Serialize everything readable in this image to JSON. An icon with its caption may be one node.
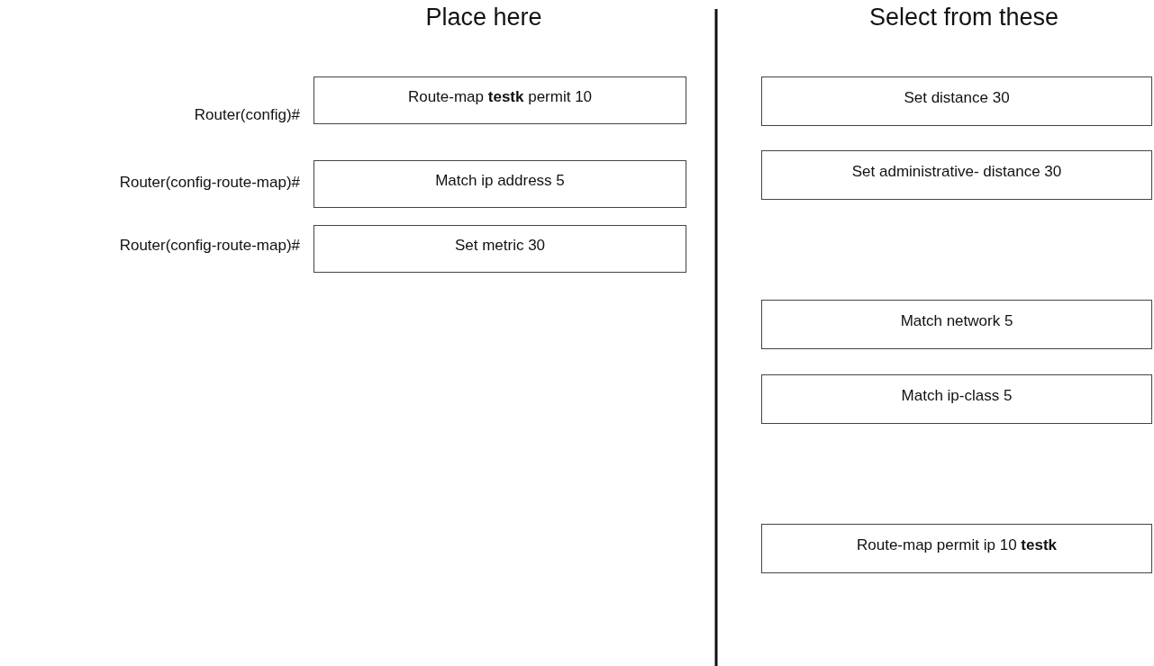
{
  "diagram": {
    "nodes": [
      {
        "text": [
          "Route-map **testk** permit 10"
        ],
        "beside": [
          "Router(config)#"
        ]
      },
      {
        "text": [
          "Match ip address 5"
        ],
        "beside": [
          "Router(config-route-map)#"
        ]
      },
      {
        "text": [
          "Set metric 30"
        ],
        "beside": [
          "Router(config-route-map)#"
        ]
      },
      {
        "text": [
          "Set distance 30"
        ]
      },
      {
        "text": [
          "Set administrative- distance 30"
        ]
      },
      {
        "text": [
          "Match network 5"
        ]
      },
      {
        "text": [
          "Match ip-class 5"
        ]
      },
      {
        "text": [
          "Route-map permit ip 10 **testk**"
        ]
      }
    ],
    "edges": [],
    "labels": [
      "Place here",
      "Select from these"
    ]
  }
}
